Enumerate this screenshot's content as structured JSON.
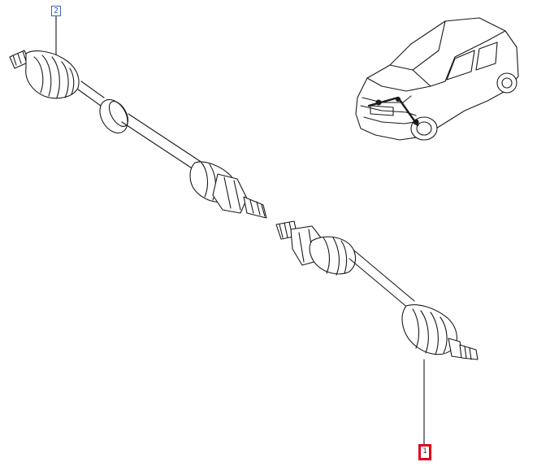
{
  "diagram": {
    "callouts": [
      {
        "id": "2",
        "label": "2"
      },
      {
        "id": "1",
        "label": "1"
      }
    ],
    "colors": {
      "line": "#1a1a1a",
      "callout_blue": "#3b63b5",
      "callout_red": "#e2001a"
    },
    "icons": {
      "vehicle": "hatchback-car-icon",
      "part": "drive-shaft-icon"
    }
  }
}
